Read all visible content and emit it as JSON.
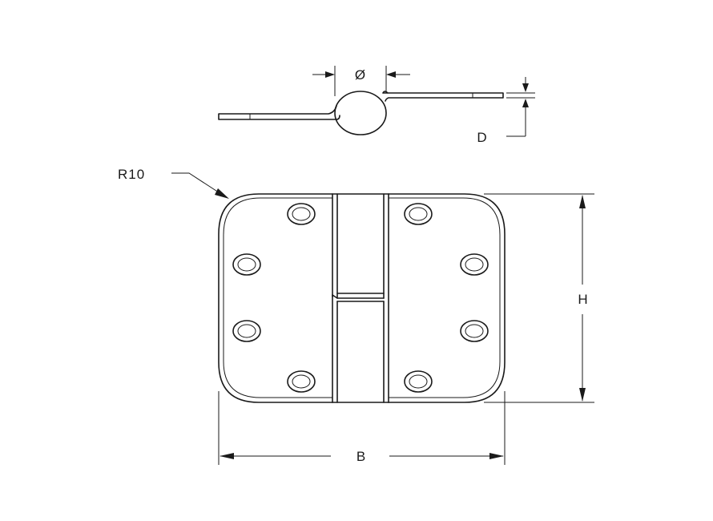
{
  "labels": {
    "diameter": "Ø",
    "thickness": "D",
    "radius": "R10",
    "height": "H",
    "width": "B"
  },
  "colors": {
    "line": "#1a1a1a",
    "background": "#ffffff"
  }
}
